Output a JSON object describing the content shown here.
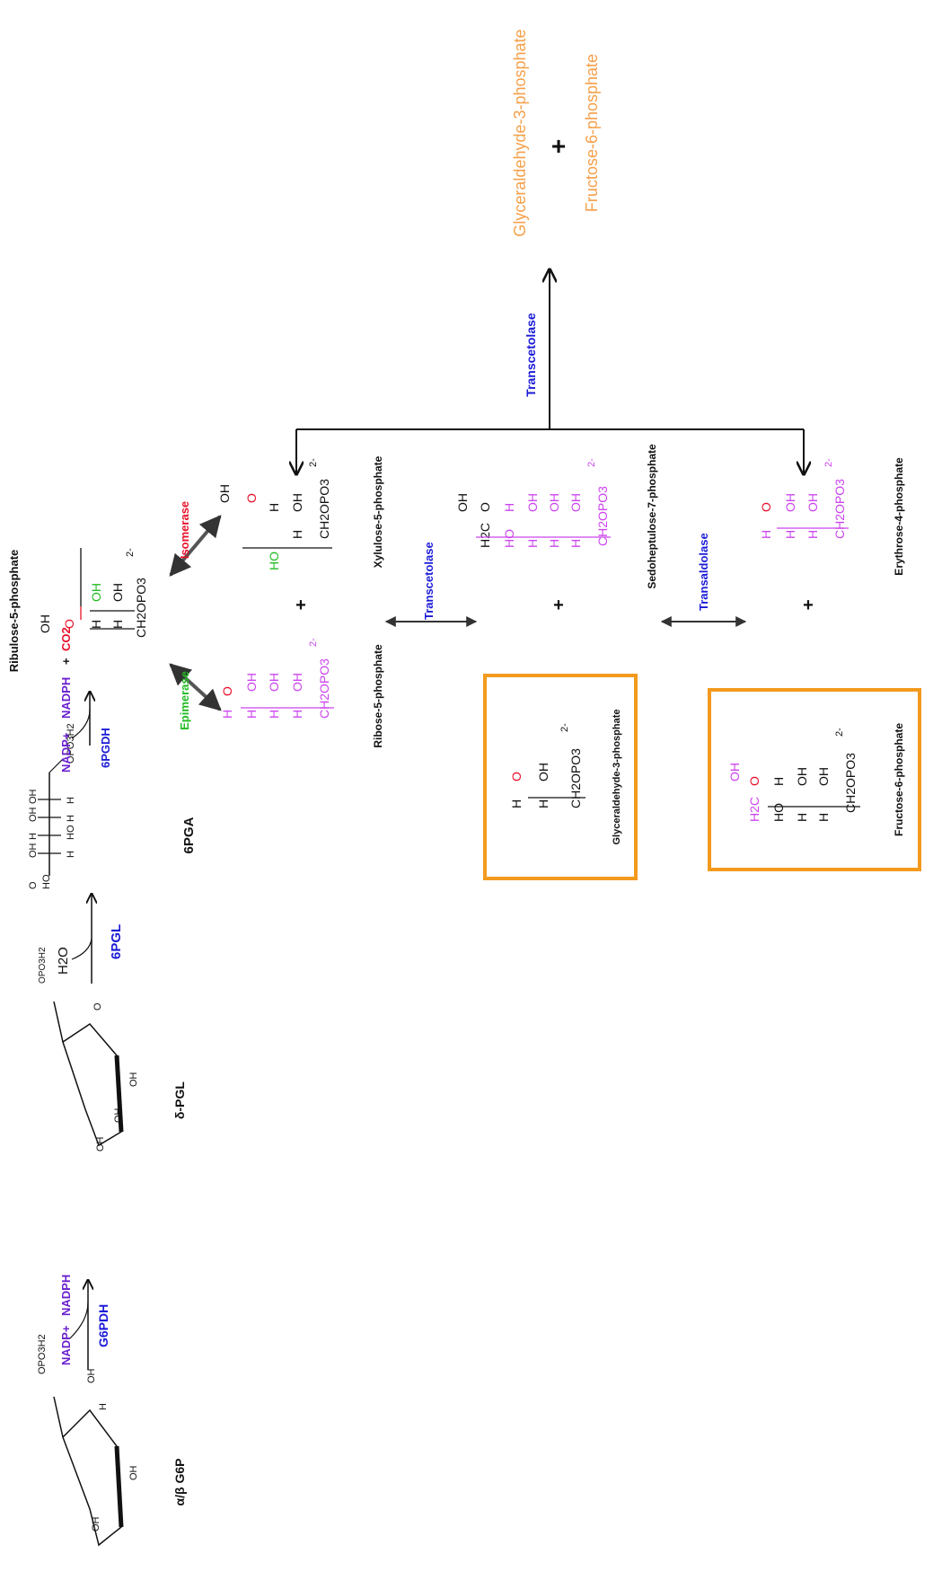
{
  "colors": {
    "black": "#111111",
    "enzyme_blue": "#1a1ad6",
    "cofactor_purple": "#6a1fd0",
    "red": "#e8102a",
    "green": "#22bb22",
    "magenta": "#cc44ee",
    "orange_text": "#f5a04a",
    "orange_box": "#f39a1e",
    "arrow_gray": "#555555"
  },
  "icons": {
    "g6p_structure": "glucose-6-phosphate-ring-icon",
    "pgl_structure": "6-phosphoglucono-delta-lactone-ring-icon"
  },
  "compounds": {
    "g6p": "α/β G6P",
    "pgl": "δ-PGL",
    "pga": "6PGA",
    "ru5p": "Ribulose-5-phosphate",
    "r5p": "Ribose-5-phosphate",
    "xu5p": "Xylulose-5-phosphate",
    "g3p_mid": "Glyceraldehyde-3-phosphate",
    "s7p": "Sedoheptulose-7-phosphate",
    "f6p_bottom": "Fructose-6-phosphate",
    "e4p": "Erythrose-4-phosphate",
    "product_g3p": "Glyceraldehyde-3-phosphate",
    "product_f6p": "Fructose-6-phosphate",
    "product_plus": "+"
  },
  "enzymes": {
    "g6pdh": "G6PDH",
    "pgl": "6PGL",
    "pgdh": "6PGDH",
    "epimerase": "Epimerase",
    "isomerase": "Isomerase",
    "transcetolase_1": "Transcetolase",
    "transaldolase": "Transaldolase",
    "transcetolase_2": "Transcetolase"
  },
  "cofactors": {
    "nadp_1": "NADP+",
    "nadph_1": "NADPH",
    "h2o": "H2O",
    "nadp_2": "NADP+",
    "nadph_2": "NADPH",
    "plus": "+",
    "co2": "CO2"
  },
  "structures": {
    "pga": {
      "row1": "HO",
      "row1b": "O",
      "row2": [
        "H",
        "OH"
      ],
      "row3": [
        "HO",
        "H"
      ],
      "row4": [
        "H",
        "OH"
      ],
      "row5": [
        "H",
        "OH"
      ],
      "tail": "OPO3H2"
    },
    "ru5p": {
      "top": "OH",
      "keto": "O",
      "rows": [
        [
          "H",
          "OH"
        ],
        [
          "H",
          "OH"
        ]
      ],
      "tail": "CH2OPO3",
      "charge": "2-"
    },
    "r5p": {
      "ald": "H",
      "aldO": "O",
      "rows": [
        [
          "H",
          "OH"
        ],
        [
          "H",
          "OH"
        ],
        [
          "H",
          "OH"
        ]
      ],
      "tail": "CH2OPO3",
      "charge": "2-"
    },
    "xu5p": {
      "top": "OH",
      "keto": "O",
      "rows": [
        [
          "HO",
          "H"
        ],
        [
          "H",
          "OH"
        ]
      ],
      "tail": "CH2OPO3",
      "charge": "2-"
    },
    "s7p": {
      "top": "OH",
      "ch2": "H2C",
      "keto": "O",
      "rows": [
        [
          "HO",
          "H"
        ],
        [
          "H",
          "OH"
        ],
        [
          "H",
          "OH"
        ],
        [
          "H",
          "OH"
        ]
      ],
      "tail": "CH2OPO3",
      "charge": "2-"
    },
    "g3p": {
      "ald": "H",
      "aldO": "O",
      "rows": [
        [
          "H",
          "OH"
        ]
      ],
      "tail": "CH2OPO3",
      "charge": "2-"
    },
    "e4p": {
      "ald": "H",
      "aldO": "O",
      "rows": [
        [
          "H",
          "OH"
        ],
        [
          "H",
          "OH"
        ]
      ],
      "tail": "CH2OPO3",
      "charge": "2-"
    },
    "f6p": {
      "top": "OH",
      "ch2": "H2C",
      "keto": "O",
      "rows": [
        [
          "HO",
          "H"
        ],
        [
          "H",
          "OH"
        ],
        [
          "H",
          "OH"
        ]
      ],
      "tail": "CH2OPO3",
      "charge": "2-"
    },
    "g6p_ring": {
      "phos": "OPO3H2",
      "oh1": "OH",
      "oh2": "OH",
      "oh3": "OH",
      "h": "H"
    },
    "pgl_ring": {
      "phos": "OPO3H2",
      "o": "O",
      "oh1": "OH",
      "oh2": "OH",
      "oh3": "OH"
    }
  }
}
